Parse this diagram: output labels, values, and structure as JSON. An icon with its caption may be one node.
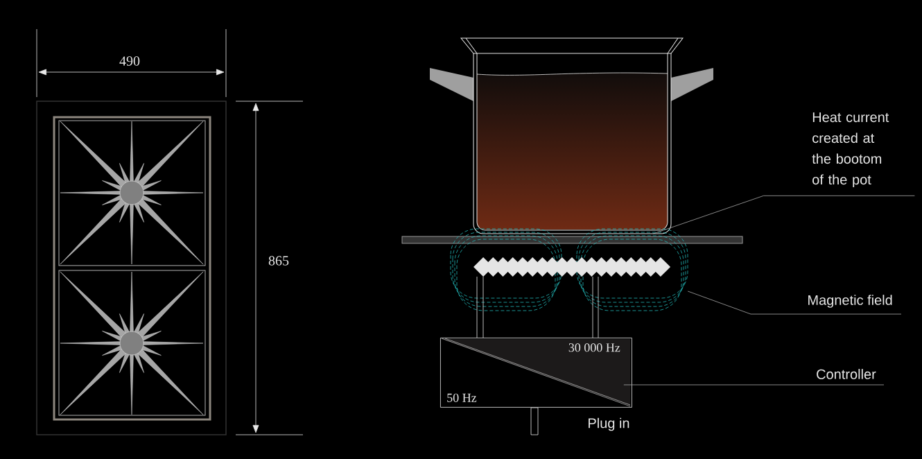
{
  "diagram": {
    "nodes": [
      {
        "text": [
          "Heat current created at the bootom of the pot"
        ]
      },
      {
        "text": [
          "Magnetic field"
        ]
      },
      {
        "text": [
          "30 000 Hz",
          "50 Hz"
        ]
      },
      {
        "text": [
          "Controller"
        ]
      },
      {
        "text": [],
        "shape": "picture"
      },
      {
        "text": [],
        "shape": "picture"
      }
    ],
    "edges": [
      {
        "from": 0,
        "to": 4,
        "arrow": "none"
      },
      {
        "from": 1,
        "to": 5,
        "arrow": "none"
      },
      {
        "from": 3,
        "to": 2,
        "arrow": "none"
      }
    ],
    "labels": [
      "490",
      "865",
      "Plug in"
    ]
  }
}
